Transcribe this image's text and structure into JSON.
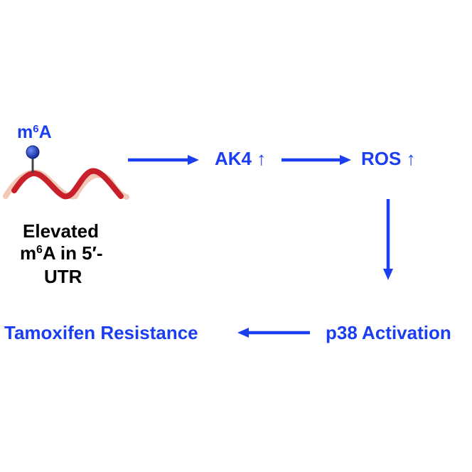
{
  "colors": {
    "accent": "#1a3ef0",
    "text": "#000000",
    "strand_red": "#c8202a",
    "strand_pink": "#f2c9b8",
    "bead": "#1a3ab8"
  },
  "mark": {
    "base": "m",
    "sup": "6",
    "letter": "A"
  },
  "caption": {
    "line1": "Elevated",
    "line2_base": "m",
    "line2_sup": "6",
    "line2_rest": "A in 5′-",
    "line3": "UTR"
  },
  "nodes": {
    "ak4": "AK4",
    "ak4_up": "↑",
    "ros": "ROS",
    "ros_up": "↑",
    "p38": "p38 Activation",
    "tamoxifen": "Tamoxifen Resistance"
  }
}
